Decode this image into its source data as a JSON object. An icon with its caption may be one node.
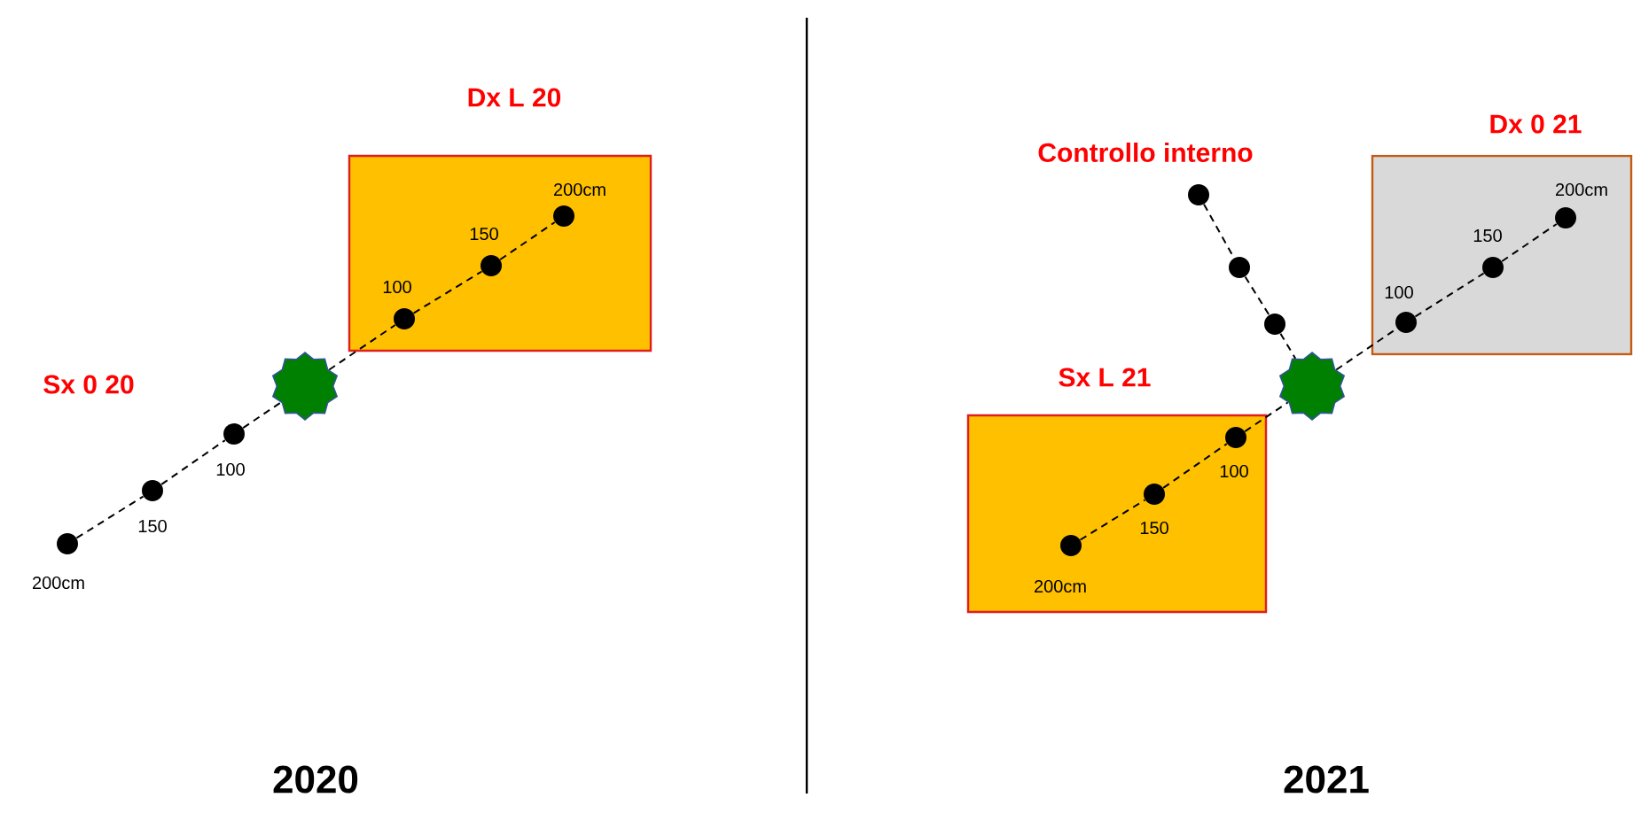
{
  "diagram": {
    "nodes": [
      {
        "text": [
          "Dx L 20"
        ]
      },
      {
        "text": [],
        "shape": "circle",
        "in": 0,
        "beside": [
          "100"
        ]
      },
      {
        "text": [],
        "shape": "circle",
        "in": 0,
        "beside": [
          "150"
        ]
      },
      {
        "text": [],
        "shape": "circle",
        "in": 0,
        "beside": [
          "200cm"
        ]
      },
      {
        "text": [],
        "shape": "star"
      },
      {
        "text": [],
        "shape": "circle",
        "beside": [
          "100"
        ]
      },
      {
        "text": [],
        "shape": "circle",
        "beside": [
          "150"
        ]
      },
      {
        "text": [],
        "shape": "circle",
        "beside": [
          "200cm"
        ]
      },
      {
        "text": [
          "Dx 0 21"
        ]
      },
      {
        "text": [],
        "shape": "circle",
        "in": 8,
        "beside": [
          "100"
        ]
      },
      {
        "text": [],
        "shape": "circle",
        "in": 8,
        "beside": [
          "150"
        ]
      },
      {
        "text": [],
        "shape": "circle",
        "in": 8,
        "beside": [
          "200cm"
        ]
      },
      {
        "text": [],
        "shape": "circle"
      },
      {
        "text": [],
        "shape": "circle"
      },
      {
        "text": [],
        "shape": "circle"
      },
      {
        "text": [],
        "shape": "star"
      },
      {
        "text": [
          "Sx L 21"
        ]
      },
      {
        "text": [],
        "shape": "circle",
        "in": 16,
        "beside": [
          "100"
        ]
      },
      {
        "text": [],
        "shape": "circle",
        "in": 16,
        "beside": [
          "150"
        ]
      },
      {
        "text": [],
        "shape": "circle",
        "in": 16,
        "beside": [
          "200cm"
        ]
      }
    ],
    "edges": [
      {
        "from": 7,
        "to": 6,
        "arrow": "none",
        "style": "dashed"
      },
      {
        "from": 6,
        "to": 5,
        "arrow": "none",
        "style": "dashed"
      },
      {
        "from": 5,
        "to": 4,
        "arrow": "none",
        "style": "dashed"
      },
      {
        "from": 4,
        "to": 1,
        "arrow": "none",
        "style": "dashed"
      },
      {
        "from": 1,
        "to": 2,
        "arrow": "none",
        "style": "dashed"
      },
      {
        "from": 2,
        "to": 3,
        "arrow": "none",
        "style": "dashed"
      },
      {
        "from": 12,
        "to": 13,
        "arrow": "none",
        "style": "dashed"
      },
      {
        "from": 13,
        "to": 14,
        "arrow": "none",
        "style": "dashed"
      },
      {
        "from": 14,
        "to": 15,
        "arrow": "none",
        "style": "dashed"
      },
      {
        "from": 19,
        "to": 18,
        "arrow": "none",
        "style": "dashed"
      },
      {
        "from": 18,
        "to": 17,
        "arrow": "none",
        "style": "dashed"
      },
      {
        "from": 17,
        "to": 15,
        "arrow": "none",
        "style": "dashed"
      },
      {
        "from": 15,
        "to": 9,
        "arrow": "none",
        "style": "dashed"
      },
      {
        "from": 9,
        "to": 10,
        "arrow": "none",
        "style": "dashed"
      },
      {
        "from": 10,
        "to": 11,
        "arrow": "none",
        "style": "dashed"
      }
    ],
    "labels": [
      "Sx 0 20",
      "Controllo interno",
      "2020",
      "2021"
    ]
  }
}
